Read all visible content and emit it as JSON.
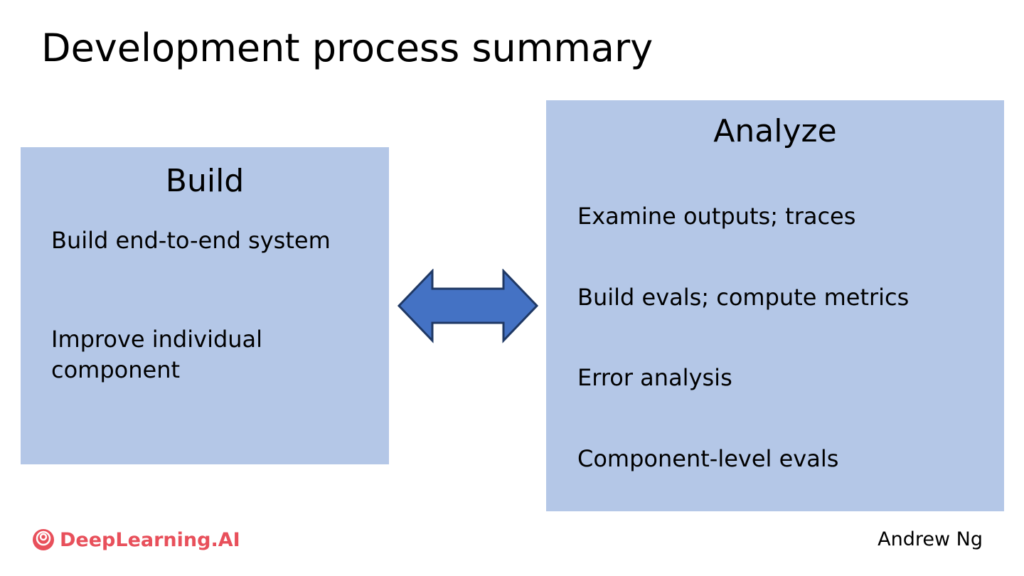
{
  "title": "Development process summary",
  "build": {
    "heading": "Build",
    "items": [
      "Build end-to-end system",
      "Improve individual component"
    ]
  },
  "analyze": {
    "heading": "Analyze",
    "items": [
      "Examine outputs; traces",
      "Build evals; compute metrics",
      "Error analysis",
      "Component-level evals"
    ]
  },
  "footer": {
    "logo_text": "DeepLearning.AI",
    "author": "Andrew Ng"
  },
  "colors": {
    "box_fill": "#b4c7e7",
    "arrow_fill": "#4472c4",
    "arrow_stroke": "#1f3864",
    "logo_color": "#e8505b"
  },
  "icons": {
    "connector": "double-headed-arrow-icon",
    "logo": "deeplearning-logo-icon"
  }
}
